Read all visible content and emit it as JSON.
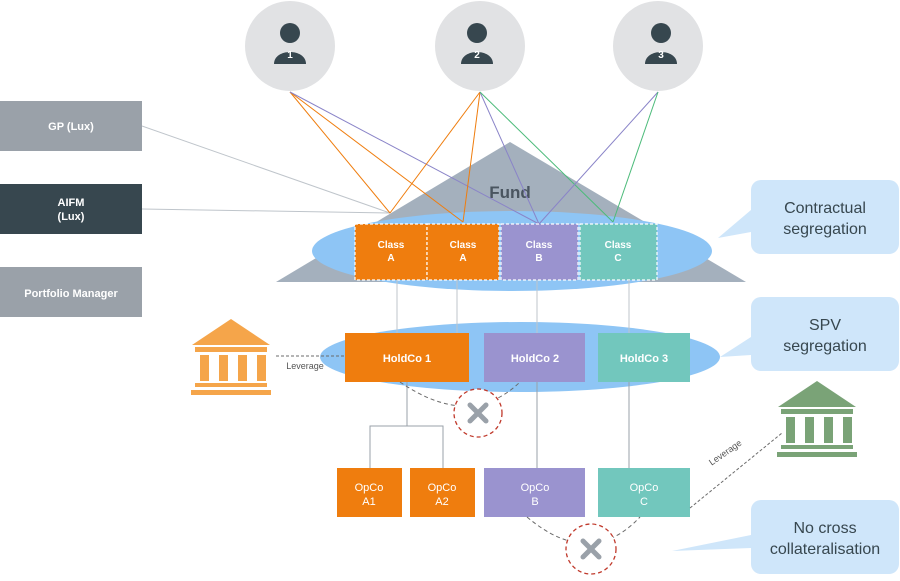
{
  "investors": [
    {
      "label": "1"
    },
    {
      "label": "2"
    },
    {
      "label": "3"
    }
  ],
  "governance": {
    "gp": "GP (Lux)",
    "aifm_line1": "AIFM",
    "aifm_line2": "(Lux)",
    "portfolio_manager": "Portfolio Manager"
  },
  "fund": {
    "title": "Fund",
    "classes": [
      {
        "line1": "Class",
        "line2": "A"
      },
      {
        "line1": "Class",
        "line2": "A"
      },
      {
        "line1": "Class",
        "line2": "B"
      },
      {
        "line1": "Class",
        "line2": "C"
      }
    ]
  },
  "holdcos": [
    {
      "label": "HoldCo 1"
    },
    {
      "label": "HoldCo 2"
    },
    {
      "label": "HoldCo 3"
    }
  ],
  "opcos": [
    {
      "line1": "OpCo",
      "line2": "A1"
    },
    {
      "line1": "OpCo",
      "line2": "A2"
    },
    {
      "line1": "OpCo",
      "line2": "B"
    },
    {
      "line1": "OpCo",
      "line2": "C"
    }
  ],
  "leverage": {
    "left": "Leverage",
    "right": "Leverage"
  },
  "callouts": [
    {
      "line1": "Contractual",
      "line2": "segregation"
    },
    {
      "line1": "SPV",
      "line2": "segregation"
    },
    {
      "line1": "No cross",
      "line2": "collateralisation"
    }
  ],
  "colors": {
    "orange": "#ef7d0e",
    "purple": "#9a93cf",
    "teal": "#72c7bd",
    "dark_slate": "#37474f",
    "gray_box": "#9aa1a9",
    "fund_triangle": "#a4b0bd",
    "ellipse_blue": "#8ec5f5",
    "callout_bg": "#cfe6fa",
    "red_dashed": "#c0392b",
    "bank_orange": "#f5a54a",
    "bank_green": "#7aa377"
  },
  "icons": {
    "investor": "person-icon",
    "lender_left": "bank-icon",
    "lender_right": "bank-icon",
    "blocked": "cross-icon"
  }
}
